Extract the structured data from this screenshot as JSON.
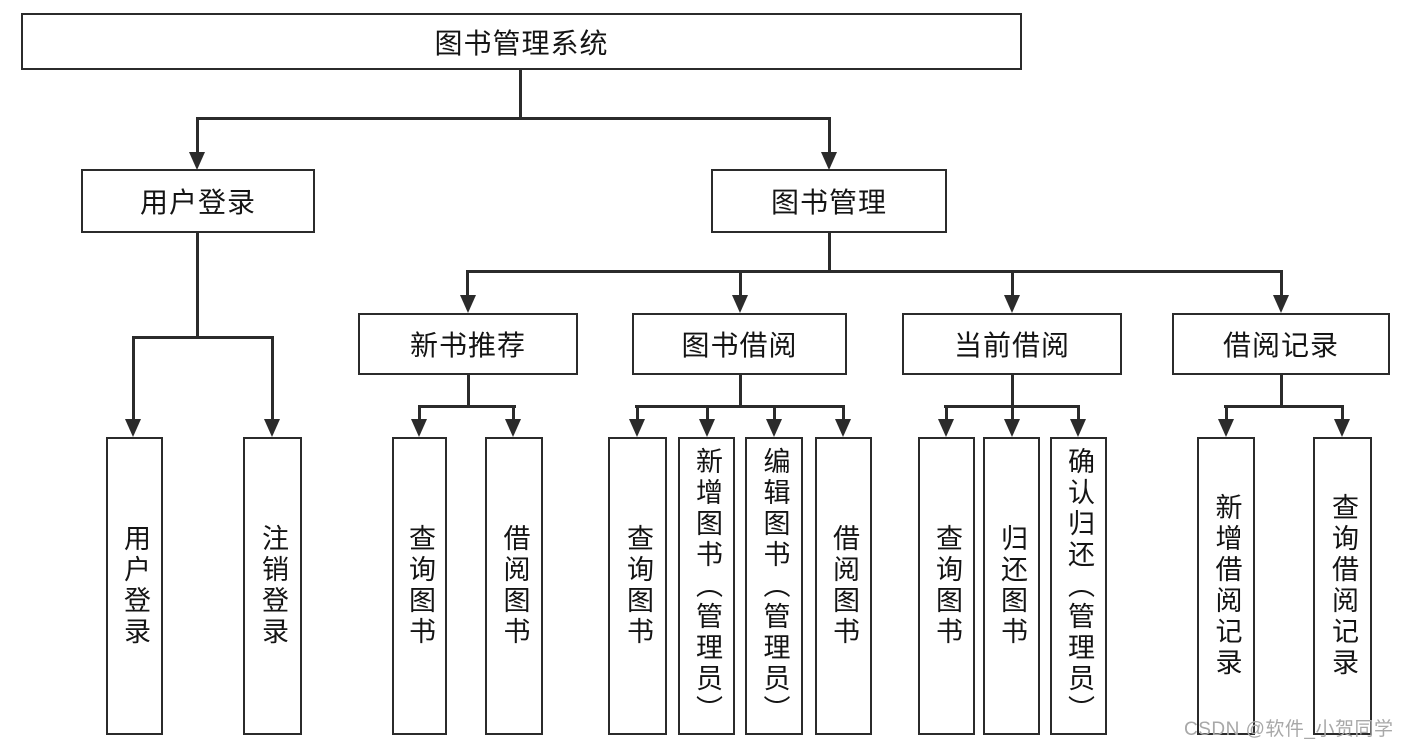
{
  "diagram": {
    "title": "图书管理系统",
    "watermark": "CSDN @软件_小贺同学",
    "colors": {
      "line": "#2b2b2b",
      "ink": "#141414",
      "watermark": "#a8a8a8",
      "background": "#ffffff"
    }
  },
  "nodes": {
    "root": {
      "label": "图书管理系统"
    },
    "user_login_branch": {
      "label": "用户登录"
    },
    "book_mgmt_branch": {
      "label": "图书管理"
    },
    "new_book": {
      "label": "新书推荐"
    },
    "book_borrow": {
      "label": "图书借阅"
    },
    "current_borrow": {
      "label": "当前借阅"
    },
    "borrow_record": {
      "label": "借阅记录"
    },
    "user_login_leaf": {
      "label": "用户登录"
    },
    "logout_leaf": {
      "label": "注销登录"
    },
    "nb_query_books": {
      "label": "查询图书"
    },
    "nb_borrow_books": {
      "label": "借阅图书"
    },
    "bb_query_books": {
      "label": "查询图书"
    },
    "bb_add_books": {
      "label": "新增图书（管理员）"
    },
    "bb_edit_books": {
      "label": "编辑图书（管理员）"
    },
    "bb_borrow_books": {
      "label": "借阅图书"
    },
    "cb_query_books": {
      "label": "查询图书"
    },
    "cb_return_books": {
      "label": "归还图书"
    },
    "cb_confirm_return": {
      "label": "确认归还（管理员）"
    },
    "br_add_record": {
      "label": "新增借阅记录"
    },
    "br_query_record": {
      "label": "查询借阅记录"
    }
  }
}
